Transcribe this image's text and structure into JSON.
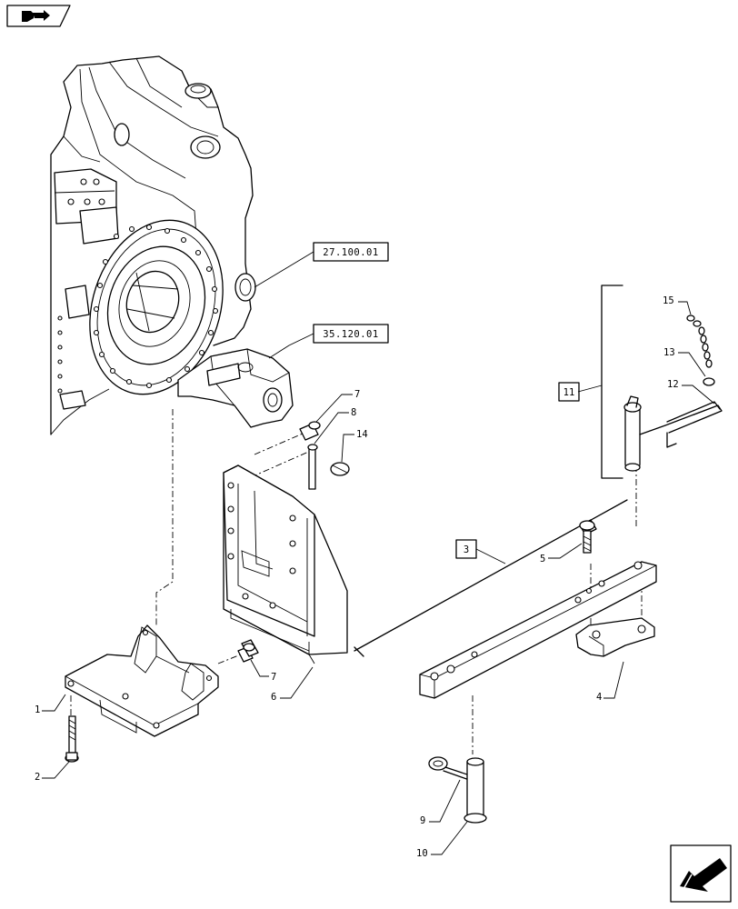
{
  "nav": {
    "top_icon": "book-open-arrow-icon",
    "bottom_icon": "arrow-down-left-icon"
  },
  "references": [
    {
      "id": "ref-27",
      "label": "27.100.01"
    },
    {
      "id": "ref-35",
      "label": "35.120.01"
    }
  ],
  "groups": [
    {
      "id": "group-11",
      "label": "11"
    },
    {
      "id": "group-3",
      "label": "3"
    }
  ],
  "parts": {
    "p1": "1",
    "p2": "2",
    "p4": "4",
    "p5": "5",
    "p6": "6",
    "p7a": "7",
    "p7b": "7",
    "p8": "8",
    "p9": "9",
    "p10": "10",
    "p12": "12",
    "p13": "13",
    "p14": "14",
    "p15": "15"
  }
}
